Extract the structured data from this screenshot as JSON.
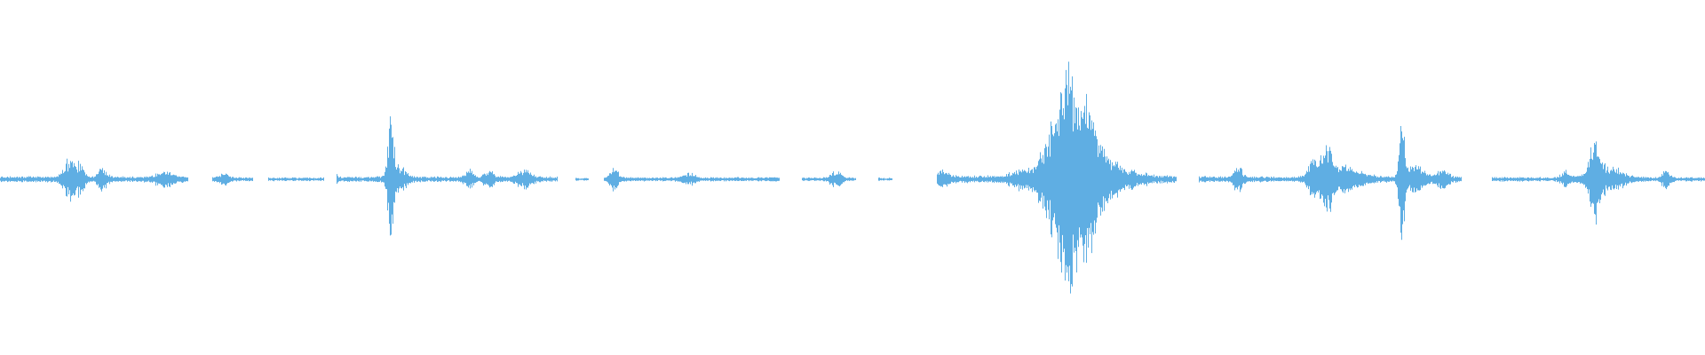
{
  "waveform": {
    "color": "#5faee3",
    "background": "#ffffff",
    "segments": [
      {
        "from": 0.0,
        "to": 0.11,
        "noise": 0.02
      },
      {
        "from": 0.124,
        "to": 0.148,
        "noise": 0.015
      },
      {
        "from": 0.157,
        "to": 0.19,
        "noise": 0.012
      },
      {
        "from": 0.197,
        "to": 0.327,
        "noise": 0.018
      },
      {
        "from": 0.337,
        "to": 0.345,
        "noise": 0.01
      },
      {
        "from": 0.354,
        "to": 0.457,
        "noise": 0.014
      },
      {
        "from": 0.47,
        "to": 0.502,
        "noise": 0.012
      },
      {
        "from": 0.515,
        "to": 0.523,
        "noise": 0.01
      },
      {
        "from": 0.549,
        "to": 0.69,
        "noise": 0.025
      },
      {
        "from": 0.703,
        "to": 0.857,
        "noise": 0.02
      },
      {
        "from": 0.875,
        "to": 1.0,
        "noise": 0.015
      }
    ],
    "peaks": [
      {
        "pos": 0.04,
        "amp": 0.12,
        "width": 0.004
      },
      {
        "pos": 0.046,
        "amp": 0.09,
        "width": 0.004
      },
      {
        "pos": 0.06,
        "amp": 0.08,
        "width": 0.003
      },
      {
        "pos": 0.097,
        "amp": 0.05,
        "width": 0.006
      },
      {
        "pos": 0.131,
        "amp": 0.03,
        "width": 0.004
      },
      {
        "pos": 0.195,
        "amp": 0.03,
        "width": 0.003
      },
      {
        "pos": 0.229,
        "amp": 0.45,
        "width": 0.002
      },
      {
        "pos": 0.233,
        "amp": 0.08,
        "width": 0.006
      },
      {
        "pos": 0.275,
        "amp": 0.06,
        "width": 0.003
      },
      {
        "pos": 0.287,
        "amp": 0.05,
        "width": 0.004
      },
      {
        "pos": 0.307,
        "amp": 0.06,
        "width": 0.005
      },
      {
        "pos": 0.36,
        "amp": 0.08,
        "width": 0.003
      },
      {
        "pos": 0.404,
        "amp": 0.03,
        "width": 0.005
      },
      {
        "pos": 0.49,
        "amp": 0.05,
        "width": 0.004
      },
      {
        "pos": 0.553,
        "amp": 0.05,
        "width": 0.004
      },
      {
        "pos": 0.597,
        "amp": 0.05,
        "width": 0.006
      },
      {
        "pos": 0.613,
        "amp": 0.17,
        "width": 0.008
      },
      {
        "pos": 0.619,
        "amp": 0.3,
        "width": 0.006
      },
      {
        "pos": 0.626,
        "amp": 0.55,
        "width": 0.005
      },
      {
        "pos": 0.631,
        "amp": 0.3,
        "width": 0.008
      },
      {
        "pos": 0.637,
        "amp": 0.4,
        "width": 0.006
      },
      {
        "pos": 0.644,
        "amp": 0.18,
        "width": 0.01
      },
      {
        "pos": 0.66,
        "amp": 0.05,
        "width": 0.012
      },
      {
        "pos": 0.726,
        "amp": 0.09,
        "width": 0.003
      },
      {
        "pos": 0.77,
        "amp": 0.12,
        "width": 0.004
      },
      {
        "pos": 0.778,
        "amp": 0.24,
        "width": 0.004
      },
      {
        "pos": 0.789,
        "amp": 0.08,
        "width": 0.012
      },
      {
        "pos": 0.822,
        "amp": 0.42,
        "width": 0.002
      },
      {
        "pos": 0.83,
        "amp": 0.1,
        "width": 0.006
      },
      {
        "pos": 0.846,
        "amp": 0.06,
        "width": 0.004
      },
      {
        "pos": 0.918,
        "amp": 0.05,
        "width": 0.003
      },
      {
        "pos": 0.935,
        "amp": 0.28,
        "width": 0.003
      },
      {
        "pos": 0.941,
        "amp": 0.09,
        "width": 0.012
      },
      {
        "pos": 0.977,
        "amp": 0.07,
        "width": 0.003
      }
    ]
  }
}
